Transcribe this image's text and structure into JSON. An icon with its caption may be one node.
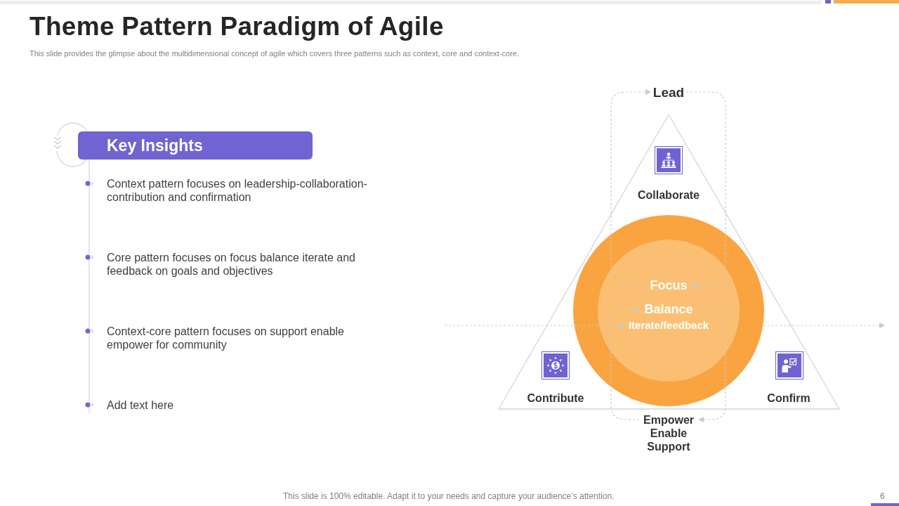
{
  "diagram": {
    "title": "Theme Pattern Paradigm of Agile",
    "nodes": [
      {
        "text": [
          "Key Insights"
        ]
      },
      {
        "text": [
          "Lead"
        ]
      },
      {
        "text": [
          "Collaborate",
          "Contribute",
          "Confirm"
        ]
      },
      {
        "text": [],
        "shape": "circle",
        "in": 2
      },
      {
        "text": [],
        "shape": "circle",
        "in": 3
      },
      {
        "text": [
          "Focus"
        ],
        "in": 4
      },
      {
        "text": [
          "Balance"
        ],
        "in": 4
      },
      {
        "text": [
          "Iterate/feedback"
        ],
        "in": 4
      },
      {
        "text": [
          "Empower Enable Support"
        ]
      }
    ],
    "edges": [
      {
        "from": 5,
        "to": 1,
        "arrow": "to",
        "style": "dashed"
      },
      {
        "from": 1,
        "to": 5,
        "arrow": "to",
        "style": "dashed"
      },
      {
        "from": 8,
        "to": 6,
        "arrow": "to",
        "style": "dashed"
      },
      {
        "from": 6,
        "to": 8,
        "arrow": "to",
        "style": "dashed"
      },
      {
        "from": null,
        "to": 7,
        "arrow": "to",
        "style": "dashed"
      },
      {
        "from": 3,
        "to": null,
        "arrow": "to",
        "style": "dashed"
      }
    ],
    "labels": [
      "This slide provides the glimpse about the multidimensional concept of agile which covers three patterns such as context, core and context-core.",
      "Context pattern focuses on leadership-collaboration-contribution and confirmation",
      "Core pattern focuses on focus balance iterate and feedback on goals and objectives",
      "Context-core pattern focuses on support enable empower for community",
      "Add text here",
      "This slide is 100% editable. Adapt it to your needs and capture your audience’s attention.",
      "6"
    ]
  }
}
